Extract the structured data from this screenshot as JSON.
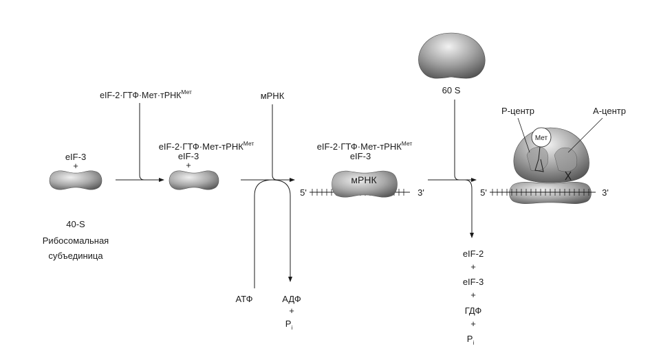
{
  "colors": {
    "ink": "#1a1a1a",
    "shape_light": "#dcdcdc",
    "shape_dark": "#6e6e6e"
  },
  "complex": {
    "prefix": "eIF-2·ГТФ·Мет-тРНК",
    "prefix_in": "eIF-2·ГТФ·Мет·тРНК",
    "superscript": "Мет"
  },
  "step1": {
    "factor": "eIF-3",
    "plus": "+"
  },
  "subunit40": {
    "name": "40-S",
    "caption_line1": "Рибосомальная",
    "caption_line2": "субъединица"
  },
  "step2": {
    "factor": "eIF-3",
    "plus": "+"
  },
  "mrna_in": {
    "label": "мРНК"
  },
  "energy": {
    "atp": "АТФ",
    "adp": "АДФ",
    "plus": "+",
    "p": "P",
    "p_sub": "i"
  },
  "step3": {
    "factor": "eIF-3",
    "mrna_label": "мРНК",
    "five": "5'",
    "three": "3'"
  },
  "subunit60": {
    "label": "60 S"
  },
  "release": {
    "items": [
      "eIF-2",
      "+",
      "eIF-3",
      "+",
      "ГДФ",
      "+"
    ],
    "p": "P",
    "p_sub": "i"
  },
  "ribosome80": {
    "p_site": "Р-центр",
    "a_site": "А-центр",
    "met": "Мет",
    "five": "5'",
    "three": "3'"
  }
}
